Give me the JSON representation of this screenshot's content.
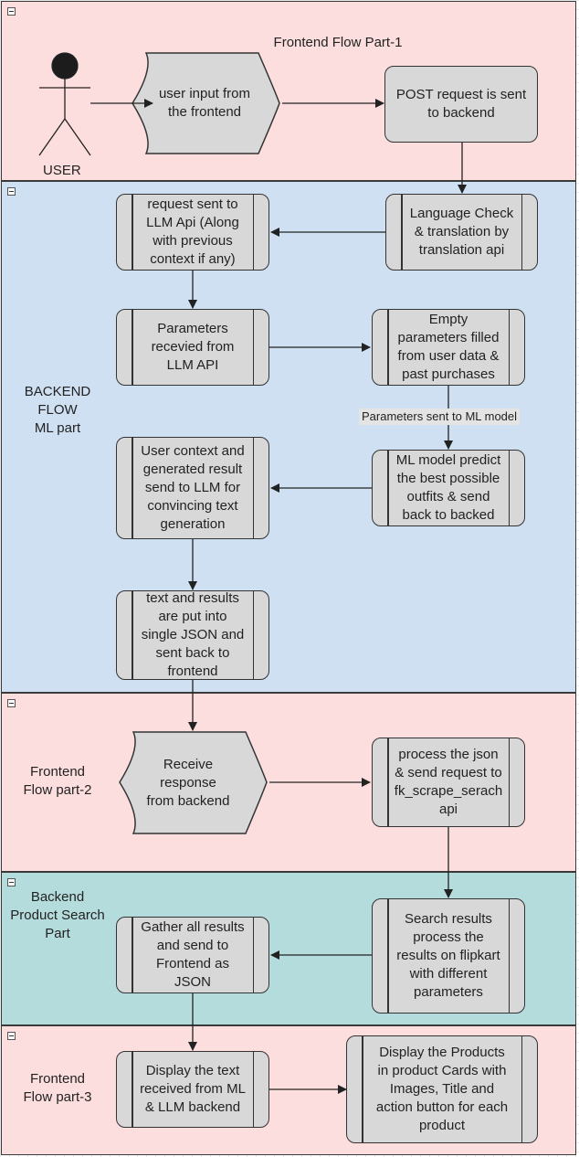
{
  "lanes": [
    {
      "label": "Frontend Flow Part-1",
      "color": "#fddede"
    },
    {
      "label": "BACKEND\nFLOW\nML part",
      "color": "#cfe0f3"
    },
    {
      "label": "Frontend\nFlow part-2",
      "color": "#fddede"
    },
    {
      "label": "Backend\nProduct Search\nPart",
      "color": "#b5dcdc"
    },
    {
      "label": "Frontend\nFlow part-3",
      "color": "#fddede"
    }
  ],
  "actor": {
    "label": "USER"
  },
  "nodes": {
    "user_input": "user input from\nthe frontend",
    "post_request": "POST request is sent\nto backend",
    "language_check": "Language Check\n& translation by\ntranslation api",
    "llm_request": "request sent to\nLLM Api (Along\nwith previous\ncontext if any)",
    "params_received": "Parameters\nrecevied from\nLLM API",
    "empty_params": "Empty\nparameters filled\nfrom user data &\npast purchases",
    "ml_predict": "ML model predict\nthe best possible\noutfits & send\nback to backed",
    "user_context": "User context and\ngenerated result\nsend to LLM for\nconvincing text\ngeneration",
    "json_back": "text and results\nare put into\nsingle JSON and\nsent back to\nfrontend",
    "receive_response": "Receive response\nfrom backend",
    "process_json": "process the json\n& send request to\nfk_scrape_serach\napi",
    "search_results": "Search results\nprocess the\nresults on flipkart\nwith different\nparameters",
    "gather_results": "Gather all results\nand send to\nFrontend as\nJSON",
    "display_text": "Display the text\nreceived from ML\n& LLM backend",
    "display_products": "Display the Products\nin product Cards with\nImages, Title and\naction button for each\nproduct"
  },
  "edge_labels": {
    "params_to_ml": "Parameters sent to ML model"
  },
  "colors": {
    "node_fill": "#d8d8d8",
    "stroke": "#333333"
  }
}
